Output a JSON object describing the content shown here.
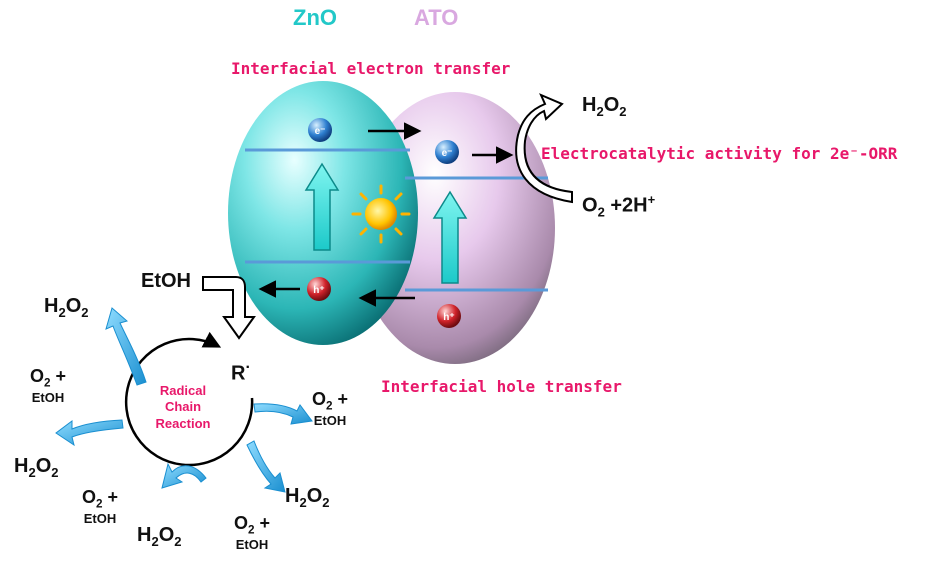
{
  "materials": {
    "zno": {
      "label": "ZnO",
      "color": "#22c8c8"
    },
    "ato": {
      "label": "ATO",
      "color": "#d9a8e0"
    }
  },
  "labels": {
    "interfacial_electron": "Interfacial electron transfer",
    "interfacial_hole": "Interfacial hole transfer",
    "electrocatalytic": "Electrocatalytic activity for 2e⁻-ORR",
    "etoh": "EtOH",
    "radical": "R",
    "radical_chain": [
      "Radical",
      "Chain",
      "Reaction"
    ]
  },
  "carriers": {
    "electron": "e⁻",
    "hole": "h⁺"
  },
  "products": {
    "h2o2": {
      "main": "H",
      "sub1": "2",
      "mid": "O",
      "sub2": "2"
    },
    "o2_plus_h": {
      "main": "O",
      "sub": "2",
      "rest": " +2H",
      "sup": "+"
    },
    "o2_plus": {
      "main": "O",
      "sub": "2",
      "rest": " +"
    },
    "etoh_small": "EtOH"
  },
  "colors": {
    "pink": "#e8186a",
    "cycle_arrow": "#29a8e0",
    "band_line": "#5a9ad8"
  }
}
